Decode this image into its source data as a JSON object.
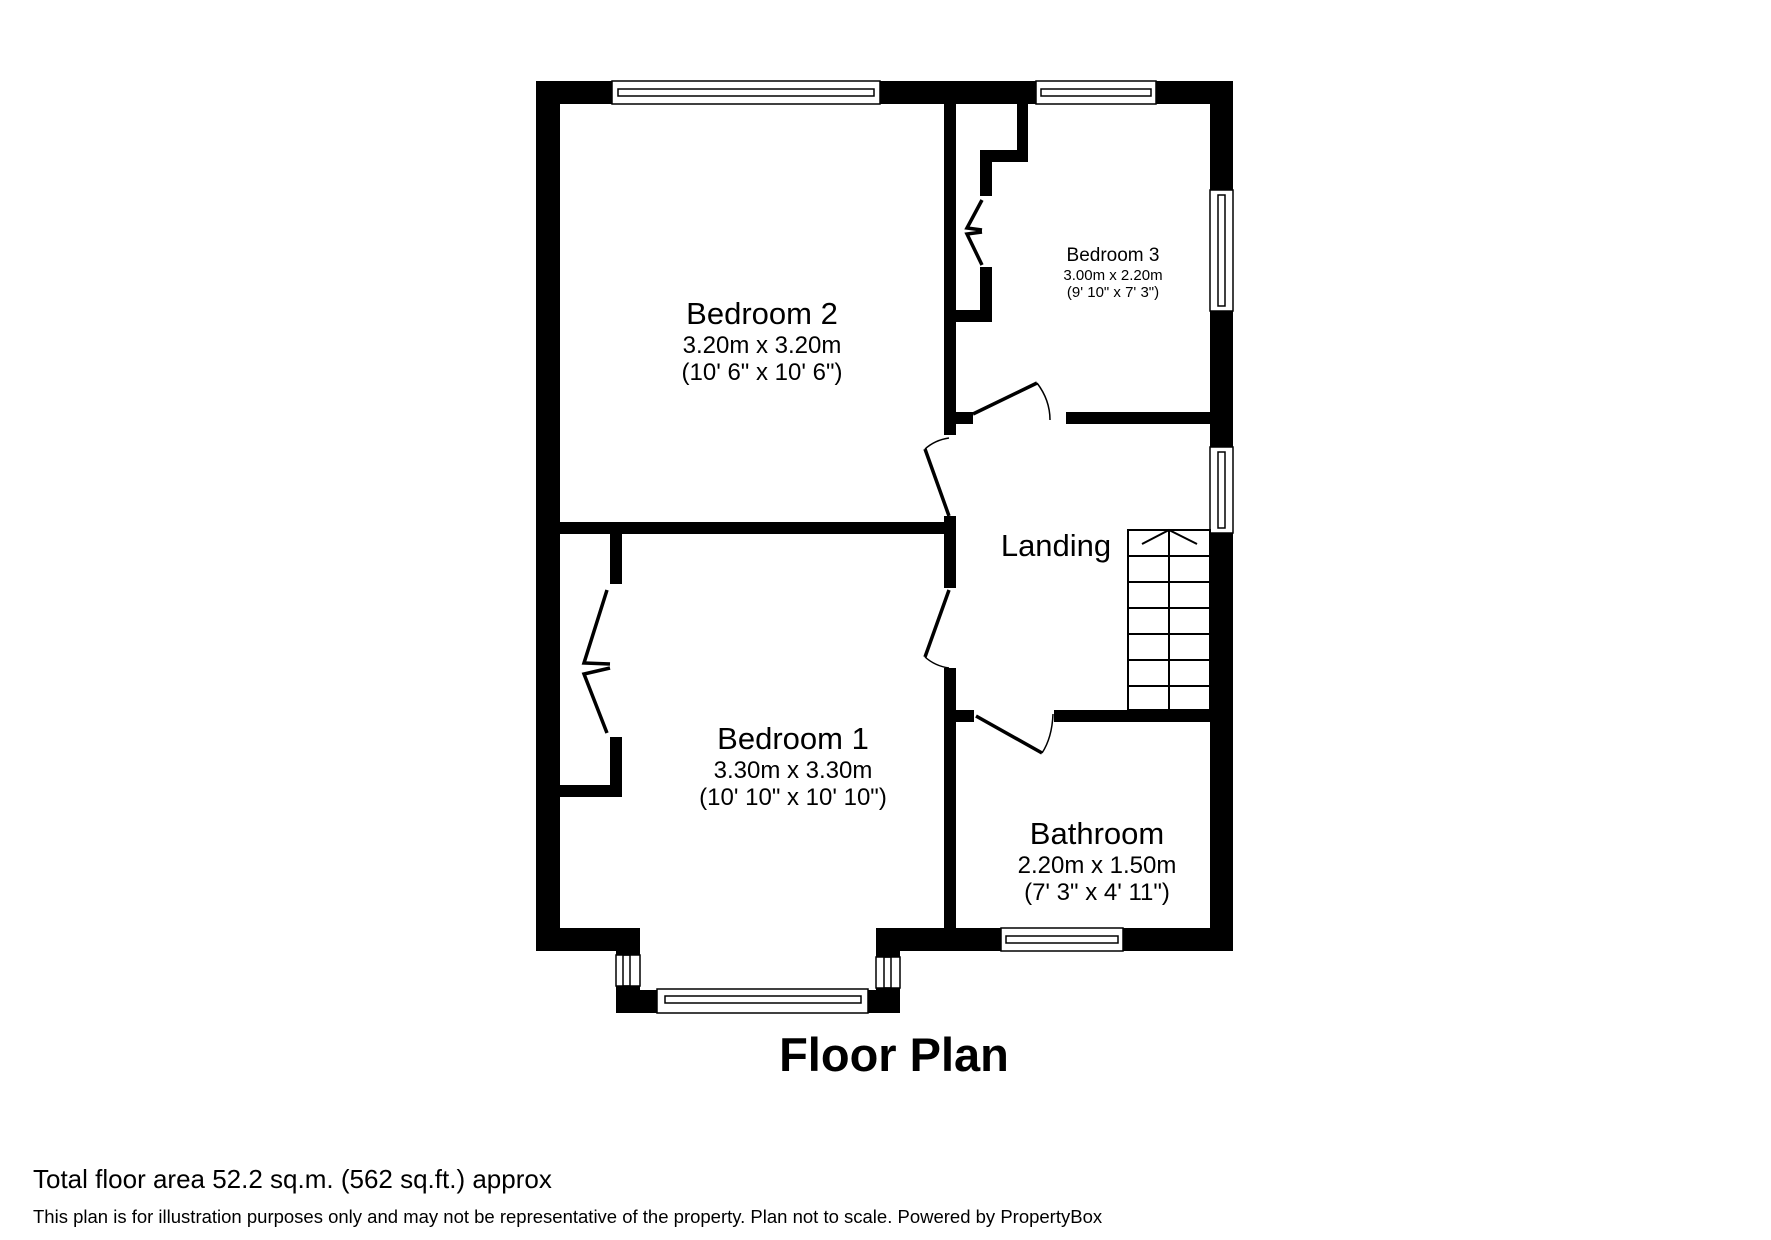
{
  "plan": {
    "title": "Floor Plan",
    "rooms": [
      {
        "name": "Bedroom 2",
        "metric": "3.20m x 3.20m",
        "imperial": "(10' 6\" x 10' 6\")"
      },
      {
        "name": "Bedroom 3",
        "metric": "3.00m x 2.20m",
        "imperial": "(9' 10\" x 7' 3\")"
      },
      {
        "name": "Landing"
      },
      {
        "name": "Bedroom 1",
        "metric": "3.30m x 3.30m",
        "imperial": "(10' 10\" x 10' 10\")"
      },
      {
        "name": "Bathroom",
        "metric": "2.20m x 1.50m",
        "imperial": "(7' 3\" x 4' 11\")"
      }
    ],
    "features": [
      "windows",
      "doors",
      "wardrobes",
      "staircase"
    ]
  },
  "footer": {
    "total_area": "Total floor area 52.2 sq.m. (562 sq.ft.) approx",
    "disclaimer": "This plan is for illustration purposes only and may not be representative of the property. Plan not to scale. Powered by PropertyBox"
  }
}
